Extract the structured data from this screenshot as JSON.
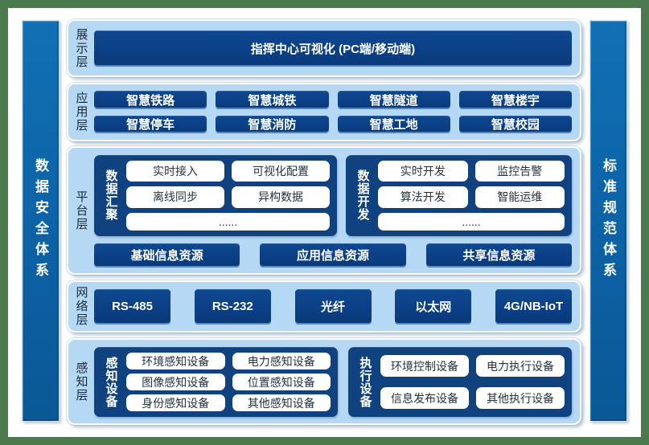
{
  "diagram": {
    "left_system": "数据安全体系",
    "right_system": "标准规范体系"
  },
  "presentation": {
    "label": "展示层",
    "box": "指挥中心可视化 (PC端/移动端)"
  },
  "application": {
    "label": "应用层",
    "items": [
      "智慧铁路",
      "智慧城铁",
      "智慧隧道",
      "智慧楼宇",
      "智慧停车",
      "智慧消防",
      "智慧工地",
      "智慧校园"
    ]
  },
  "platform": {
    "label": "平台层",
    "data_aggregation": {
      "label": "数据汇聚",
      "items": [
        "实时接入",
        "可视化配置",
        "离线同步",
        "异构数据"
      ],
      "ellipsis": "......"
    },
    "data_development": {
      "label": "数据开发",
      "items": [
        "实时开发",
        "监控告警",
        "算法开发",
        "智能运维"
      ],
      "ellipsis": "......"
    },
    "resources": [
      "基础信息资源",
      "应用信息资源",
      "共享信息资源"
    ]
  },
  "network": {
    "label": "网络层",
    "items": [
      "RS-485",
      "RS-232",
      "光纤",
      "以太网",
      "4G/NB-IoT"
    ]
  },
  "perception": {
    "label": "感知层",
    "sensing": {
      "label": "感知设备",
      "items": [
        "环境感知设备",
        "电力感知设备",
        "图像感知设备",
        "位置感知设备",
        "身份感知设备",
        "其他感知设备"
      ]
    },
    "execution": {
      "label": "执行设备",
      "items": [
        "环境控制设备",
        "电力执行设备",
        "信息发布设备",
        "其他执行设备"
      ]
    }
  },
  "colors": {
    "border_green": "#4a7a4d",
    "bar_blue": "#0d64a8",
    "panel_blue": "#b5d8f4",
    "box_navy": "#0b3f85",
    "group_navy": "#10427f"
  }
}
